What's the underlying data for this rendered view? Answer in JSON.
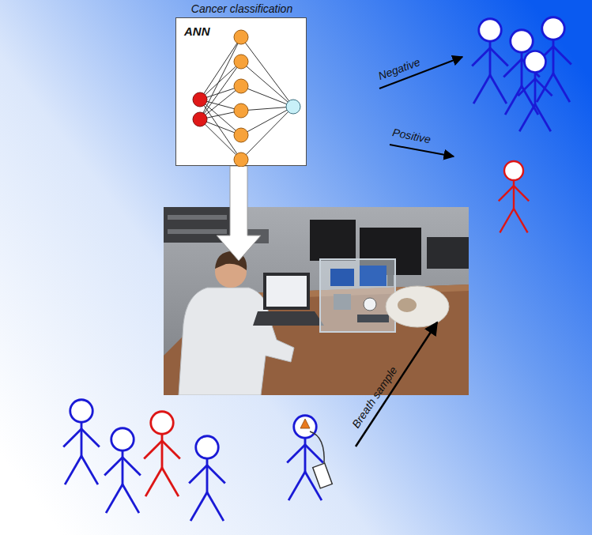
{
  "diagram": {
    "nodes": [
      {
        "text": [
          "Cancer classification",
          "ANN"
        ]
      }
    ],
    "labels": [
      "Negative",
      "Positive",
      "Breath sample"
    ]
  }
}
